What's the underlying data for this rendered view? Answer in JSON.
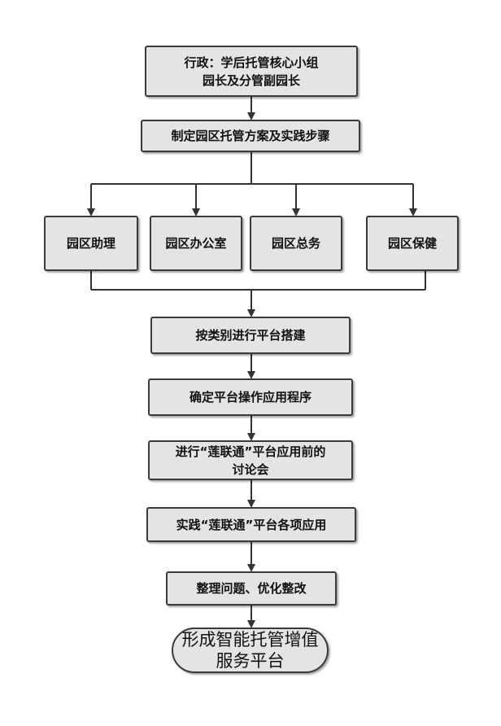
{
  "nodes": {
    "admin_line1": "行政：学后托管核心小组",
    "admin_line2": "园长及分管副园长",
    "plan": "制定园区托管方案及实践步骤",
    "assistant": "园区助理",
    "office": "园区办公室",
    "general_affairs": "园区总务",
    "healthcare": "园区保健",
    "build_platform": "按类别进行平台搭建",
    "procedure": "确定平台操作应用程序",
    "discussion_line1": "进行“莲联通”平台应用前的",
    "discussion_line2": "讨论会",
    "practice": "实践“莲联通”平台各项应用",
    "optimize": "整理问题、优化整改",
    "result_line1": "形成智能托管增值",
    "result_line2": "服务平台"
  },
  "colors": {
    "box_fill": "#e4e4e4",
    "box_border": "#3a3a3a",
    "connector": "#333333"
  }
}
